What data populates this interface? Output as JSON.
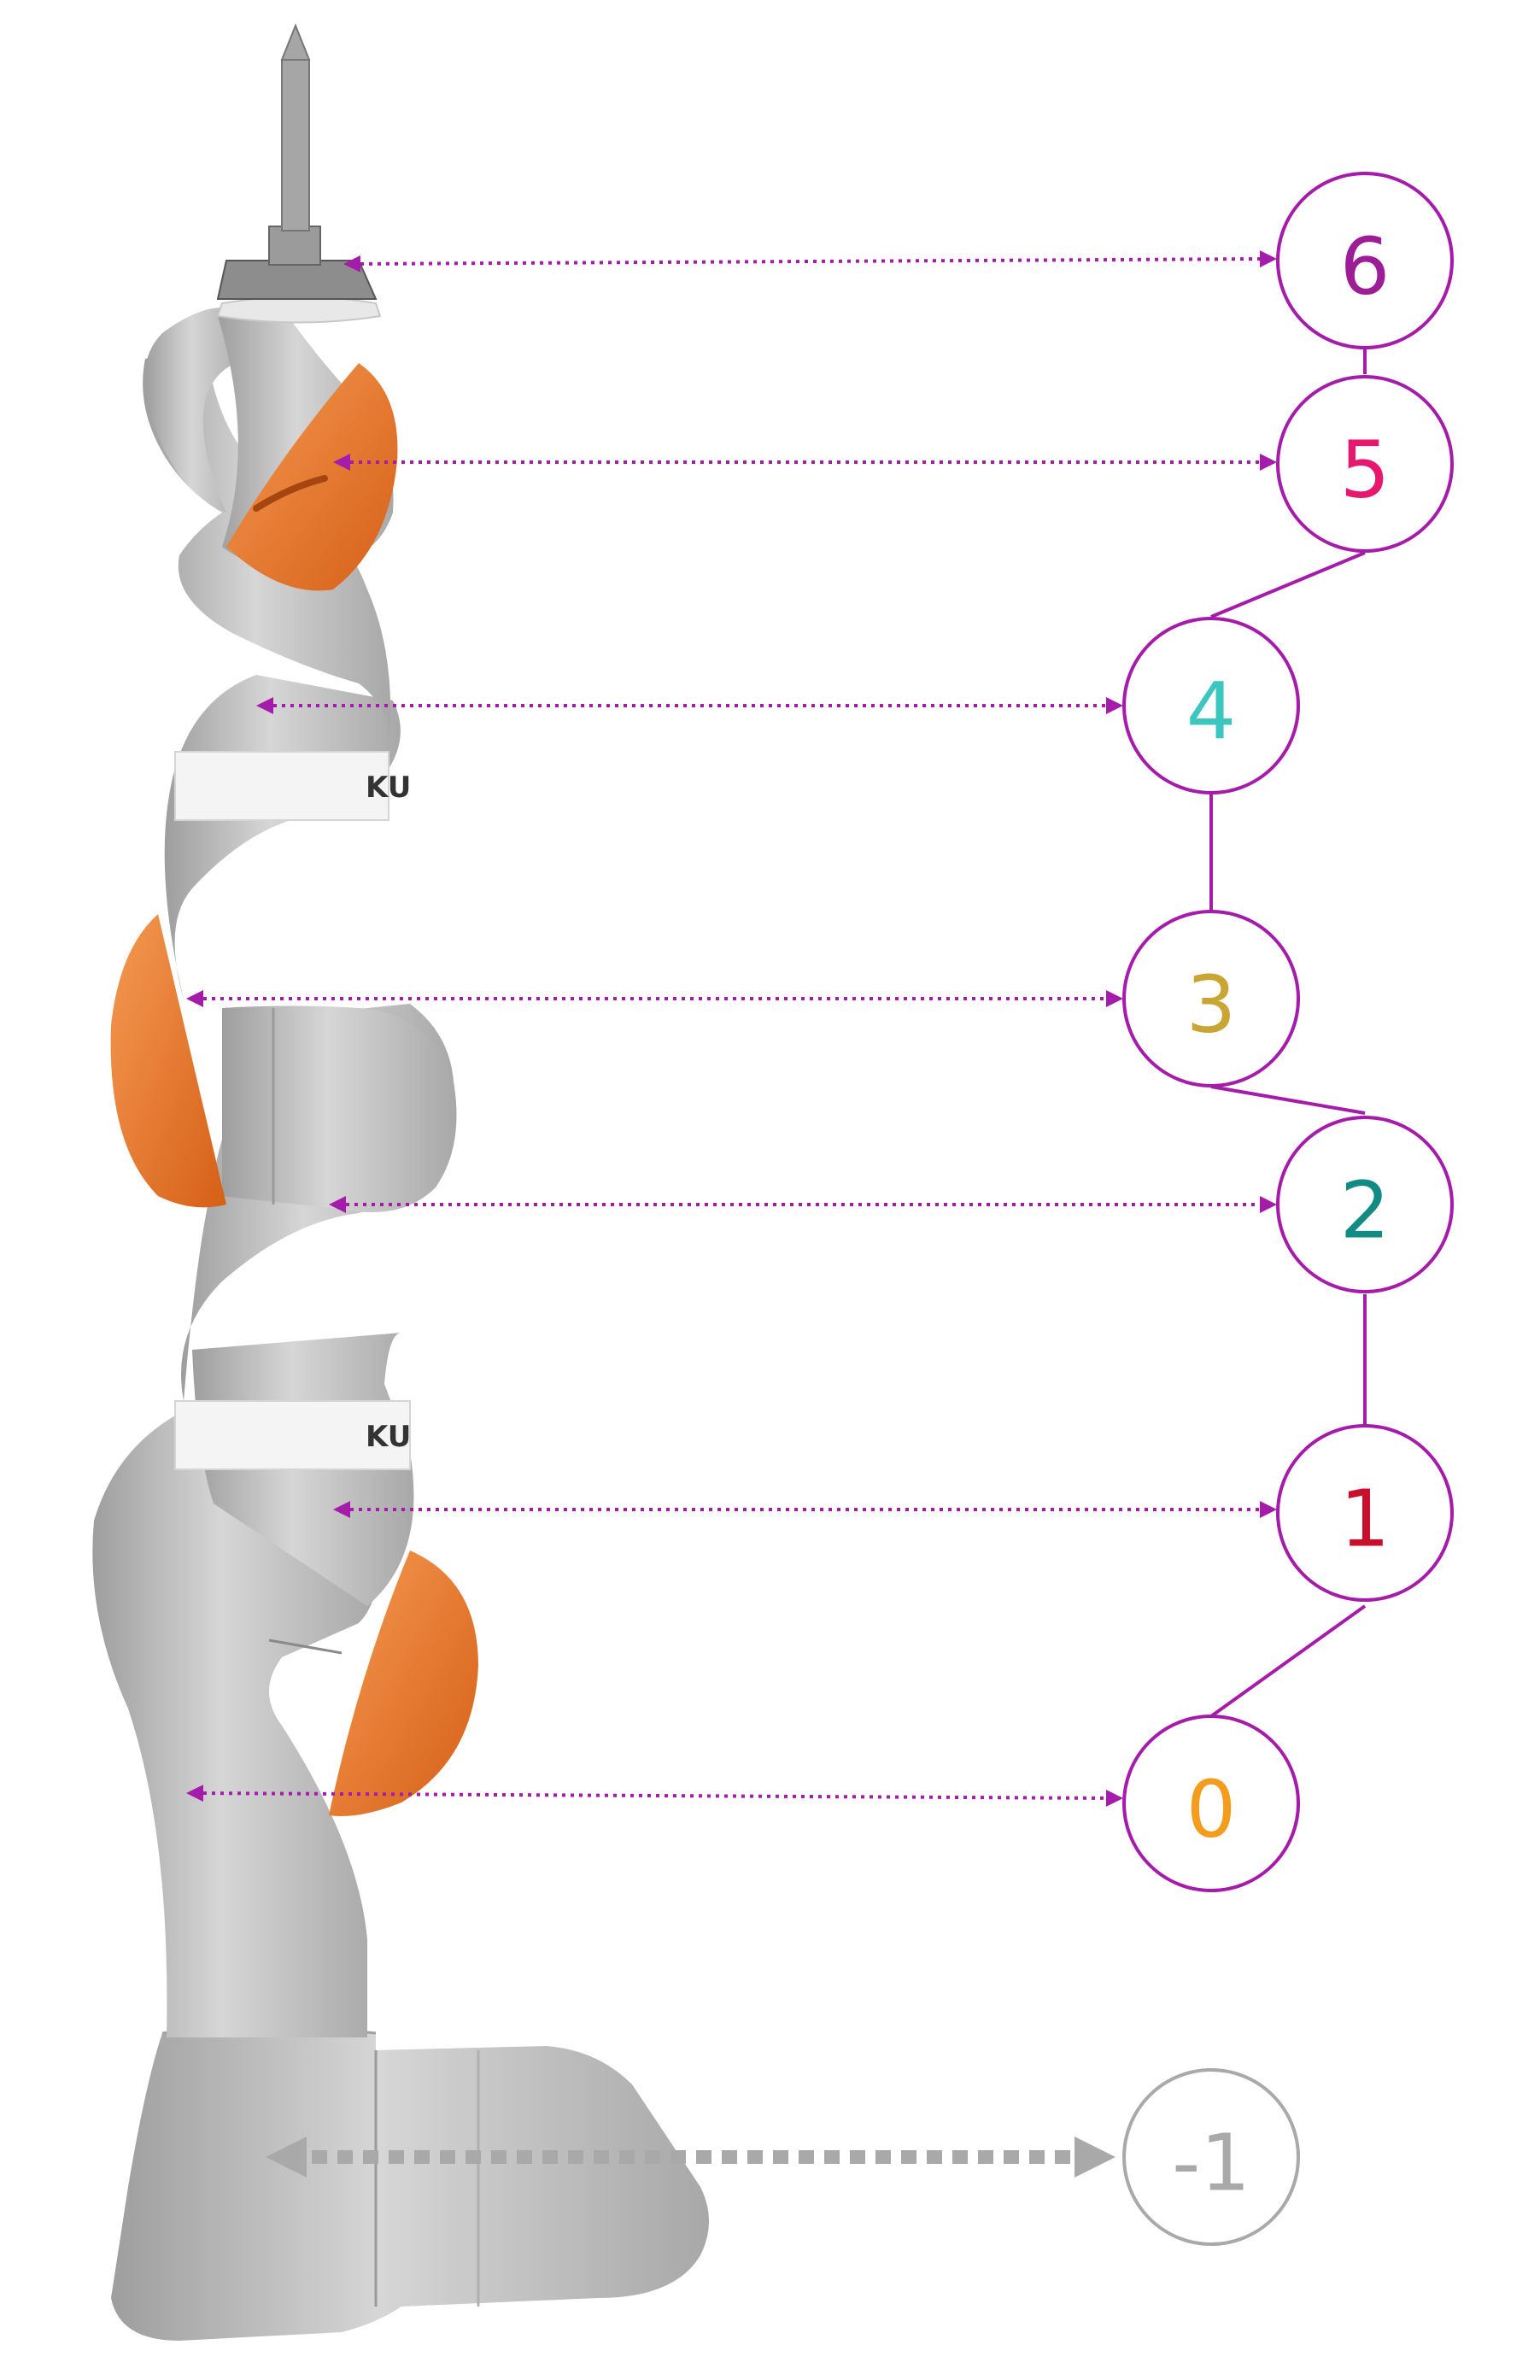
{
  "diagram": {
    "nodes": [
      {
        "id": "n6",
        "label": "6",
        "color": "#9c1d96"
      },
      {
        "id": "n5",
        "label": "5",
        "color": "#e8176e"
      },
      {
        "id": "n4",
        "label": "4",
        "color": "#3cc6c0"
      },
      {
        "id": "n3",
        "label": "3",
        "color": "#c9a534"
      },
      {
        "id": "n2",
        "label": "2",
        "color": "#128b85"
      },
      {
        "id": "n1",
        "label": "1",
        "color": "#c8102e"
      },
      {
        "id": "n0",
        "label": "0",
        "color": "#f39c1e"
      },
      {
        "id": "nb",
        "label": "-1",
        "color": "#a9a9a9"
      }
    ],
    "colors": {
      "chain": "#a61caa",
      "base_link": "#a9a9a9",
      "robot_body": "#c7c7c7",
      "robot_accent": "#ef7a2c",
      "robot_band": "#f4f4f4"
    },
    "robot_band_text": [
      "KU",
      "KU"
    ]
  }
}
